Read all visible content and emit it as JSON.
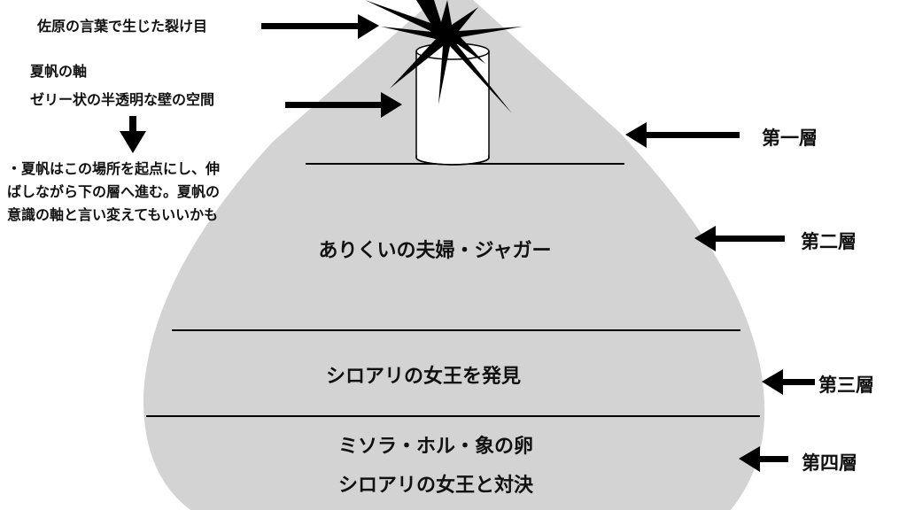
{
  "annotations": {
    "crack": "佐原の言葉で生じた裂け目",
    "axis_title": "夏帆の軸",
    "jelly_space": "ゼリー状の半透明な壁の空間",
    "note_lines": [
      "・夏帆はこの場所を起点にし、伸",
      "ばしながら下の層へ進む。夏帆の",
      "意識の軸と言い変えてもいいかも"
    ]
  },
  "layers": [
    {
      "label": "第一層",
      "content": []
    },
    {
      "label": "第二層",
      "content": [
        "ありくいの夫婦・ジャガー"
      ]
    },
    {
      "label": "第三層",
      "content": [
        "シロアリの女王を発見"
      ]
    },
    {
      "label": "第四層",
      "content": [
        "ミソラ・ホル・象の卵",
        "シロアリの女王と対決"
      ]
    }
  ],
  "colors": {
    "cone_fill": "#d3d3d3",
    "stroke": "#000000",
    "text": "#111111",
    "background": "#ffffff"
  }
}
